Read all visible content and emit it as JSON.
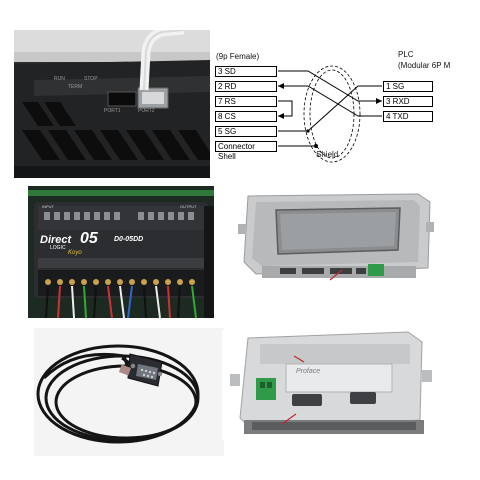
{
  "plc_port_photo": {
    "labels": [
      "RUN",
      "TERM",
      "STOP",
      "PORT1",
      "PORT2"
    ]
  },
  "wiring_diagram": {
    "left_header": "(9p Female)",
    "left_pins": [
      "3 SD",
      "2 RD",
      "7 RS",
      "8 CS",
      "5 SG",
      "Connector Shell"
    ],
    "right_header_1": "PLC",
    "right_header_2": "(Modular 6P M",
    "right_pins": [
      "1 SG",
      "3 RXD",
      "4 TXD"
    ],
    "shield_label": "Shield"
  },
  "plc_module_photo": {
    "brand": "Direct",
    "brand_num": "05",
    "brand_sub": "LOGIC",
    "maker": "Koyo",
    "model": "D0-05DD",
    "input_label": "INPUT",
    "output_label": "OUTPUT"
  },
  "hmi_front_photo": {},
  "cable_photo": {},
  "hmi_back_photo": {
    "brand": "Proface"
  },
  "colors": {
    "accent_red": "#c0262c",
    "terminal_green": "#2e9a4a"
  }
}
